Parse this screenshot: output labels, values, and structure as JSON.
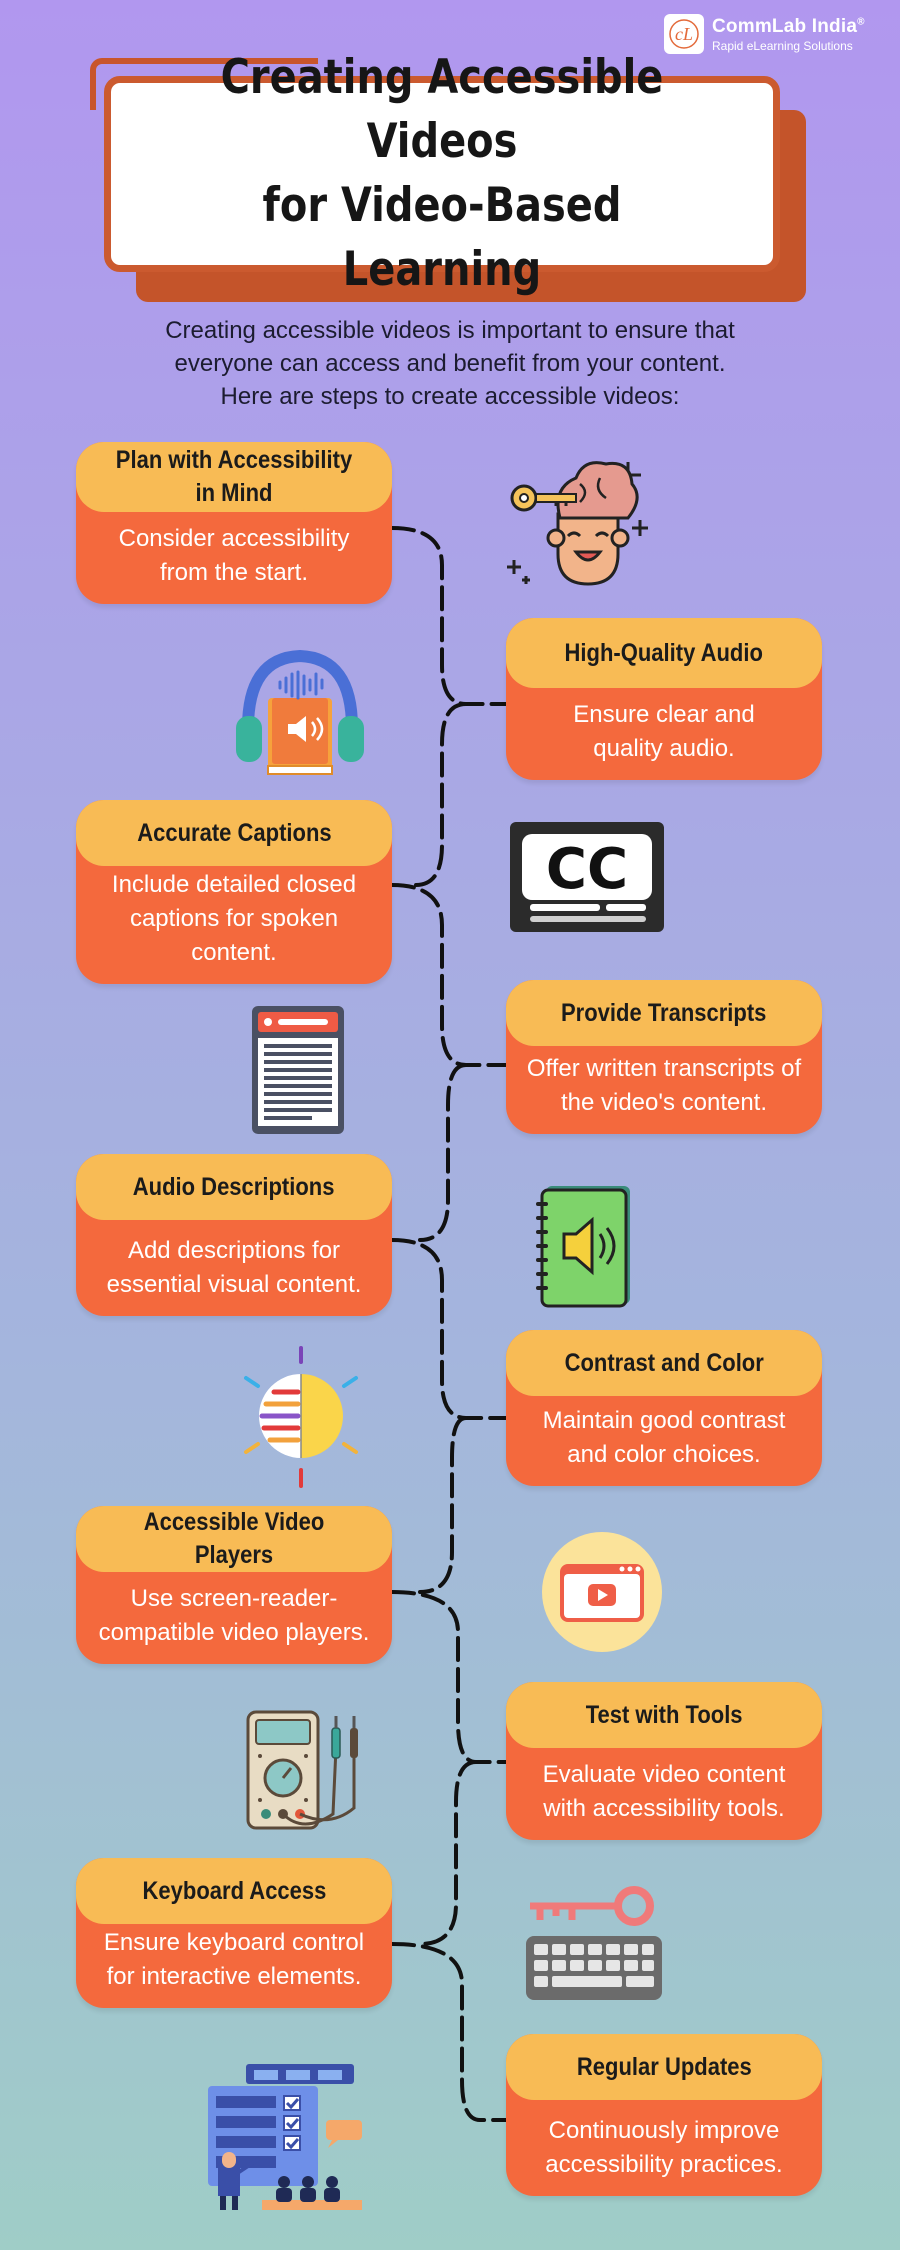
{
  "brand": {
    "logo_glyph": "cL",
    "name": "CommLab India",
    "registered": "®",
    "tagline": "Rapid eLearning Solutions"
  },
  "title": {
    "line1": "Creating Accessible Videos",
    "line2": "for Video-Based Learning"
  },
  "intro": {
    "line1": "Creating accessible videos is important to ensure that",
    "line2": "everyone can access and benefit from your content.",
    "line3": "Here are steps to create accessible videos:"
  },
  "steps": [
    {
      "title": "Plan with Accessibility in Mind",
      "text": "Consider accessibility from the start.",
      "icon": "brain-key-head-icon"
    },
    {
      "title": "High-Quality Audio",
      "text": "Ensure clear and quality audio.",
      "icon": "headphones-icon"
    },
    {
      "title": "Accurate Captions",
      "text": "Include detailed closed captions for spoken content.",
      "icon": "closed-captions-icon"
    },
    {
      "title": "Provide Transcripts",
      "text": "Offer written transcripts of the video's content.",
      "icon": "transcript-document-icon"
    },
    {
      "title": "Audio Descriptions",
      "text": "Add descriptions for essential visual content.",
      "icon": "speaker-book-icon"
    },
    {
      "title": "Contrast and Color",
      "text": "Maintain good contrast and color choices.",
      "icon": "contrast-sun-icon"
    },
    {
      "title": "Accessible Video Players",
      "text": "Use screen-reader-compatible video players.",
      "icon": "video-player-icon"
    },
    {
      "title": "Test with Tools",
      "text": "Evaluate video content with accessibility tools.",
      "icon": "multimeter-icon"
    },
    {
      "title": "Keyboard Access",
      "text": "Ensure keyboard control for interactive elements.",
      "icon": "keyboard-key-icon"
    },
    {
      "title": "Regular Updates",
      "text": "Continuously improve accessibility practices.",
      "icon": "presentation-board-icon"
    }
  ],
  "cc_label": "CC",
  "colors": {
    "card_body": "#f4693d",
    "card_head": "#f8bb55",
    "title_border": "#cb5a2f"
  }
}
